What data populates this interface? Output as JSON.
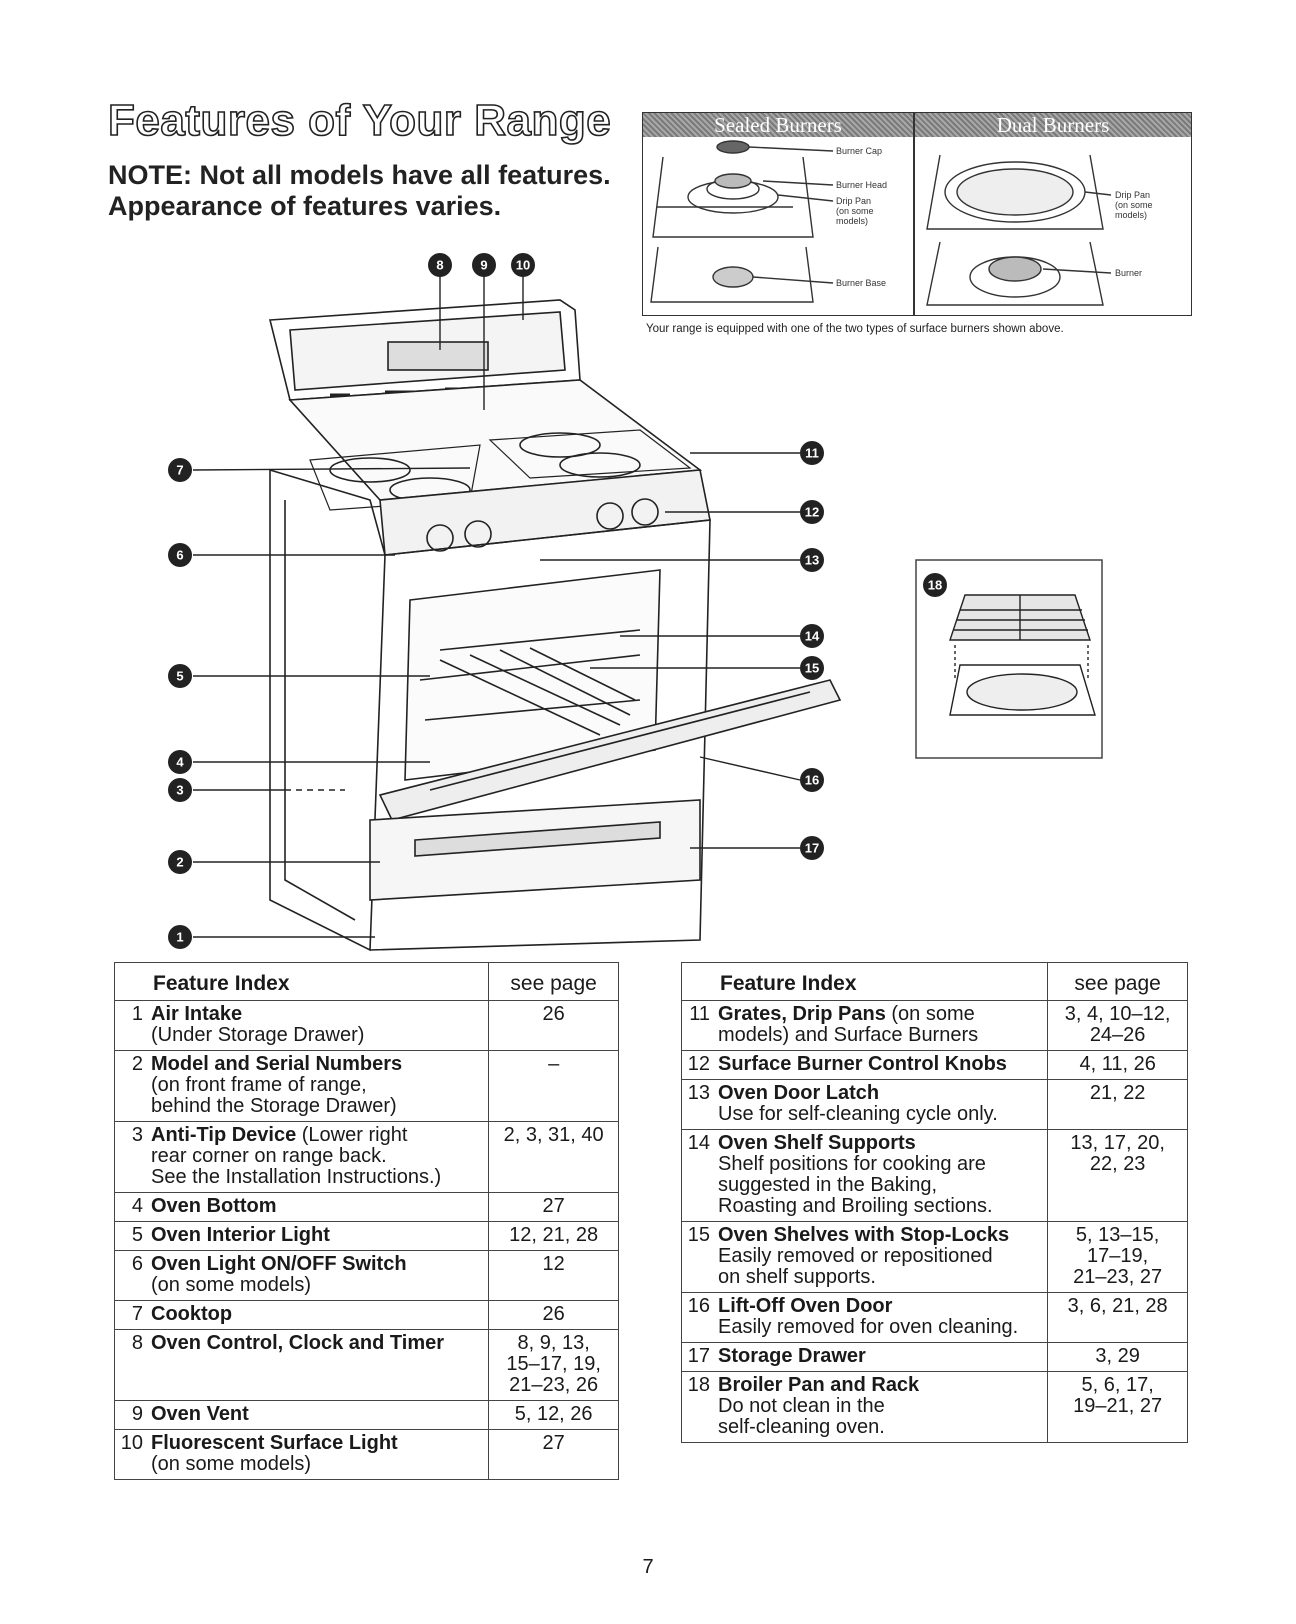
{
  "title": "Features of Your Range",
  "note_line1": "NOTE: Not all models have all features.",
  "note_line2": "Appearance of features varies.",
  "burners": {
    "sealed_title": "Sealed Burners",
    "dual_title": "Dual Burners",
    "sealed_labels": [
      "Burner Cap",
      "Burner Head",
      "Drip Pan",
      "(on some",
      "models)",
      "Burner Base"
    ],
    "dual_labels": [
      "Drip Pan",
      "(on some",
      "models)",
      "Burner"
    ],
    "caption": "Your range is equipped with one of the two types of surface burners shown above."
  },
  "callouts": [
    "1",
    "2",
    "3",
    "4",
    "5",
    "6",
    "7",
    "8",
    "9",
    "10",
    "11",
    "12",
    "13",
    "14",
    "15",
    "16",
    "17",
    "18"
  ],
  "left_table": {
    "header_feature": "Feature Index",
    "header_page": "see page",
    "rows": [
      {
        "num": "1",
        "name": "Air Intake",
        "name_rest": "",
        "sub": [
          "(Under Storage Drawer)"
        ],
        "pages": [
          "26"
        ]
      },
      {
        "num": "2",
        "name": "Model and Serial Numbers",
        "name_rest": "",
        "sub": [
          "(on front frame of range,",
          "behind the Storage Drawer)"
        ],
        "pages": [
          "–"
        ]
      },
      {
        "num": "3",
        "name": "Anti-Tip Device",
        "name_rest": " (Lower right",
        "sub": [
          "rear corner on range back.",
          "See the Installation Instructions.)"
        ],
        "pages": [
          "2, 3, 31, 40"
        ]
      },
      {
        "num": "4",
        "name": "Oven Bottom",
        "name_rest": "",
        "sub": [],
        "pages": [
          "27"
        ]
      },
      {
        "num": "5",
        "name": "Oven Interior Light",
        "name_rest": "",
        "sub": [],
        "pages": [
          "12, 21, 28"
        ]
      },
      {
        "num": "6",
        "name": "Oven Light ON/OFF Switch",
        "name_rest": "",
        "sub": [
          "(on some models)"
        ],
        "pages": [
          "12"
        ]
      },
      {
        "num": "7",
        "name": "Cooktop",
        "name_rest": "",
        "sub": [],
        "pages": [
          "26"
        ]
      },
      {
        "num": "8",
        "name": "Oven Control, Clock and Timer",
        "name_rest": "",
        "sub": [],
        "pages": [
          "8, 9, 13,",
          "15–17, 19,",
          "21–23, 26"
        ]
      },
      {
        "num": "9",
        "name": "Oven Vent",
        "name_rest": "",
        "sub": [],
        "pages": [
          "5, 12, 26"
        ]
      },
      {
        "num": "10",
        "name": "Fluorescent Surface Light",
        "name_rest": "",
        "sub": [
          "(on some models)"
        ],
        "pages": [
          "27"
        ]
      }
    ]
  },
  "right_table": {
    "header_feature": "Feature Index",
    "header_page": "see page",
    "rows": [
      {
        "num": "11",
        "name": "Grates, Drip Pans",
        "name_rest": " (on some",
        "sub": [
          "models) and Surface Burners"
        ],
        "pages": [
          "3, 4, 10–12,",
          "24–26"
        ]
      },
      {
        "num": "12",
        "name": "Surface Burner Control Knobs",
        "name_rest": "",
        "sub": [],
        "pages": [
          "4, 11, 26"
        ]
      },
      {
        "num": "13",
        "name": "Oven Door Latch",
        "name_rest": "",
        "sub": [
          "Use for self-cleaning cycle only."
        ],
        "pages": [
          "21, 22"
        ]
      },
      {
        "num": "14",
        "name": "Oven Shelf Supports",
        "name_rest": "",
        "sub": [
          "Shelf positions for cooking are",
          "suggested in the Baking,",
          "Roasting and Broiling sections."
        ],
        "pages": [
          "13, 17, 20,",
          "22, 23"
        ]
      },
      {
        "num": "15",
        "name": "Oven Shelves with Stop-Locks",
        "name_rest": "",
        "sub": [
          "Easily removed or repositioned",
          "on shelf supports."
        ],
        "pages": [
          "5, 13–15,",
          "17–19,",
          "21–23, 27"
        ]
      },
      {
        "num": "16",
        "name": "Lift-Off Oven Door",
        "name_rest": "",
        "sub": [
          "Easily removed for oven cleaning."
        ],
        "pages": [
          "3, 6, 21, 28"
        ]
      },
      {
        "num": "17",
        "name": "Storage Drawer",
        "name_rest": "",
        "sub": [],
        "pages": [
          "3, 29"
        ]
      },
      {
        "num": "18",
        "name": "Broiler Pan and Rack",
        "name_rest": "",
        "sub": [
          "Do not clean in the",
          "self-cleaning oven."
        ],
        "pages": [
          "5, 6, 17,",
          "19–21, 27"
        ]
      }
    ]
  },
  "page_number": "7"
}
